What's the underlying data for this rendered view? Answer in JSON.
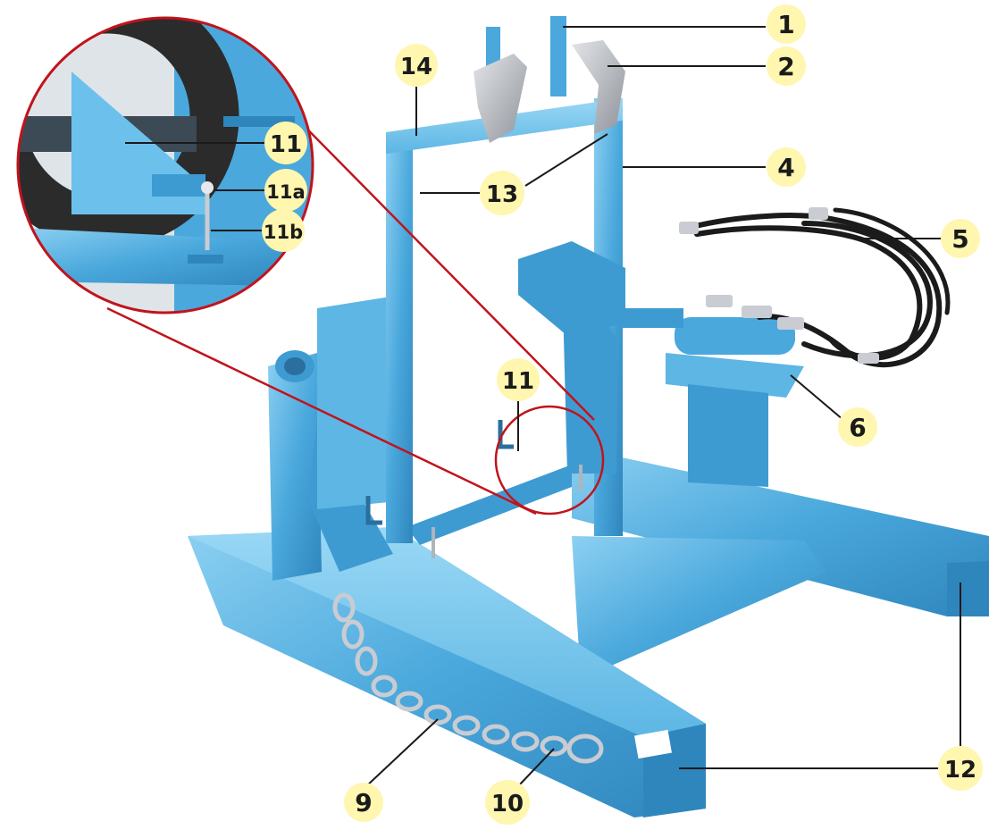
{
  "colors": {
    "frame_blue": "#4aa8dc",
    "frame_blue_dark": "#2f86bd",
    "frame_blue_light": "#8cd0f2",
    "callout_fill": "#fff6b0",
    "leader_line": "#1a1a1a",
    "inset_circle": "#c0141c",
    "hose": "#1b1b1b",
    "chain": "#c9ccd2",
    "jaw_metal": "#a9adb3"
  },
  "callouts": {
    "c1": {
      "label": "1"
    },
    "c2": {
      "label": "2"
    },
    "c4": {
      "label": "4"
    },
    "c5": {
      "label": "5"
    },
    "c6": {
      "label": "6"
    },
    "c9": {
      "label": "9"
    },
    "c10": {
      "label": "10"
    },
    "c11": {
      "label": "11"
    },
    "c12": {
      "label": "12"
    },
    "c13": {
      "label": "13"
    },
    "c14": {
      "label": "14"
    },
    "i11": {
      "label": "11"
    },
    "i11a": {
      "label": "11a"
    },
    "i11b": {
      "label": "11b"
    }
  }
}
